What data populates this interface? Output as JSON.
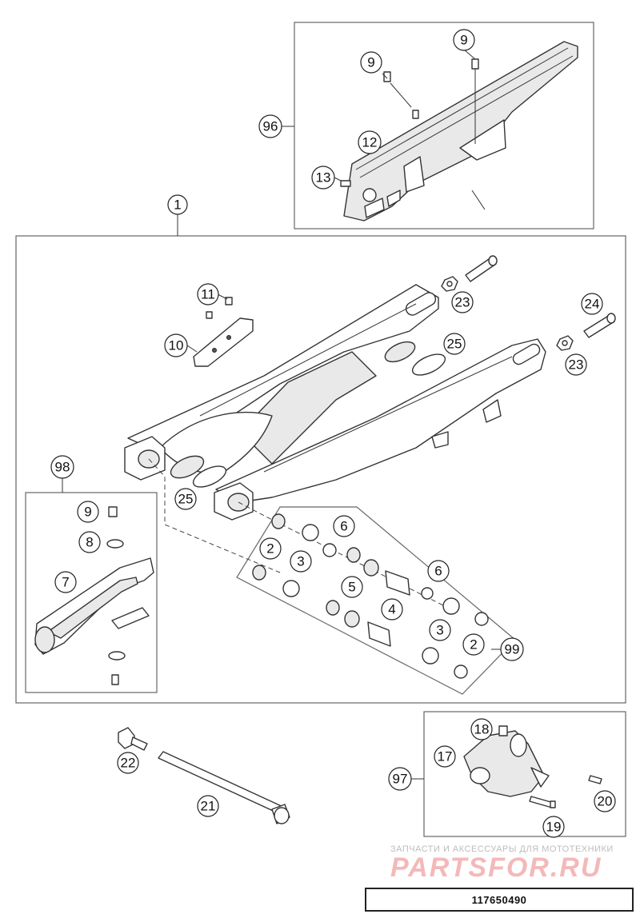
{
  "callouts": {
    "c1": "1",
    "c2a": "2",
    "c2b": "2",
    "c3a": "3",
    "c3b": "3",
    "c4": "4",
    "c5": "5",
    "c6a": "6",
    "c6b": "6",
    "c7": "7",
    "c8": "8",
    "c9a": "9",
    "c9b": "9",
    "c9c": "9",
    "c10": "10",
    "c11": "11",
    "c12": "12",
    "c13": "13",
    "c17": "17",
    "c18": "18",
    "c19": "19",
    "c20": "20",
    "c21": "21",
    "c22": "22",
    "c23a": "23",
    "c23b": "23",
    "c24": "24",
    "c25a": "25",
    "c25b": "25",
    "c96": "96",
    "c97": "97",
    "c98": "98",
    "c99": "99"
  },
  "watermark": {
    "subtitle": "ЗАПЧАСТИ И АКСЕССУАРЫ ДЛЯ МОТОТЕХНИКИ",
    "logo": "PARTSFOR.RU"
  },
  "part_number": "117650490"
}
